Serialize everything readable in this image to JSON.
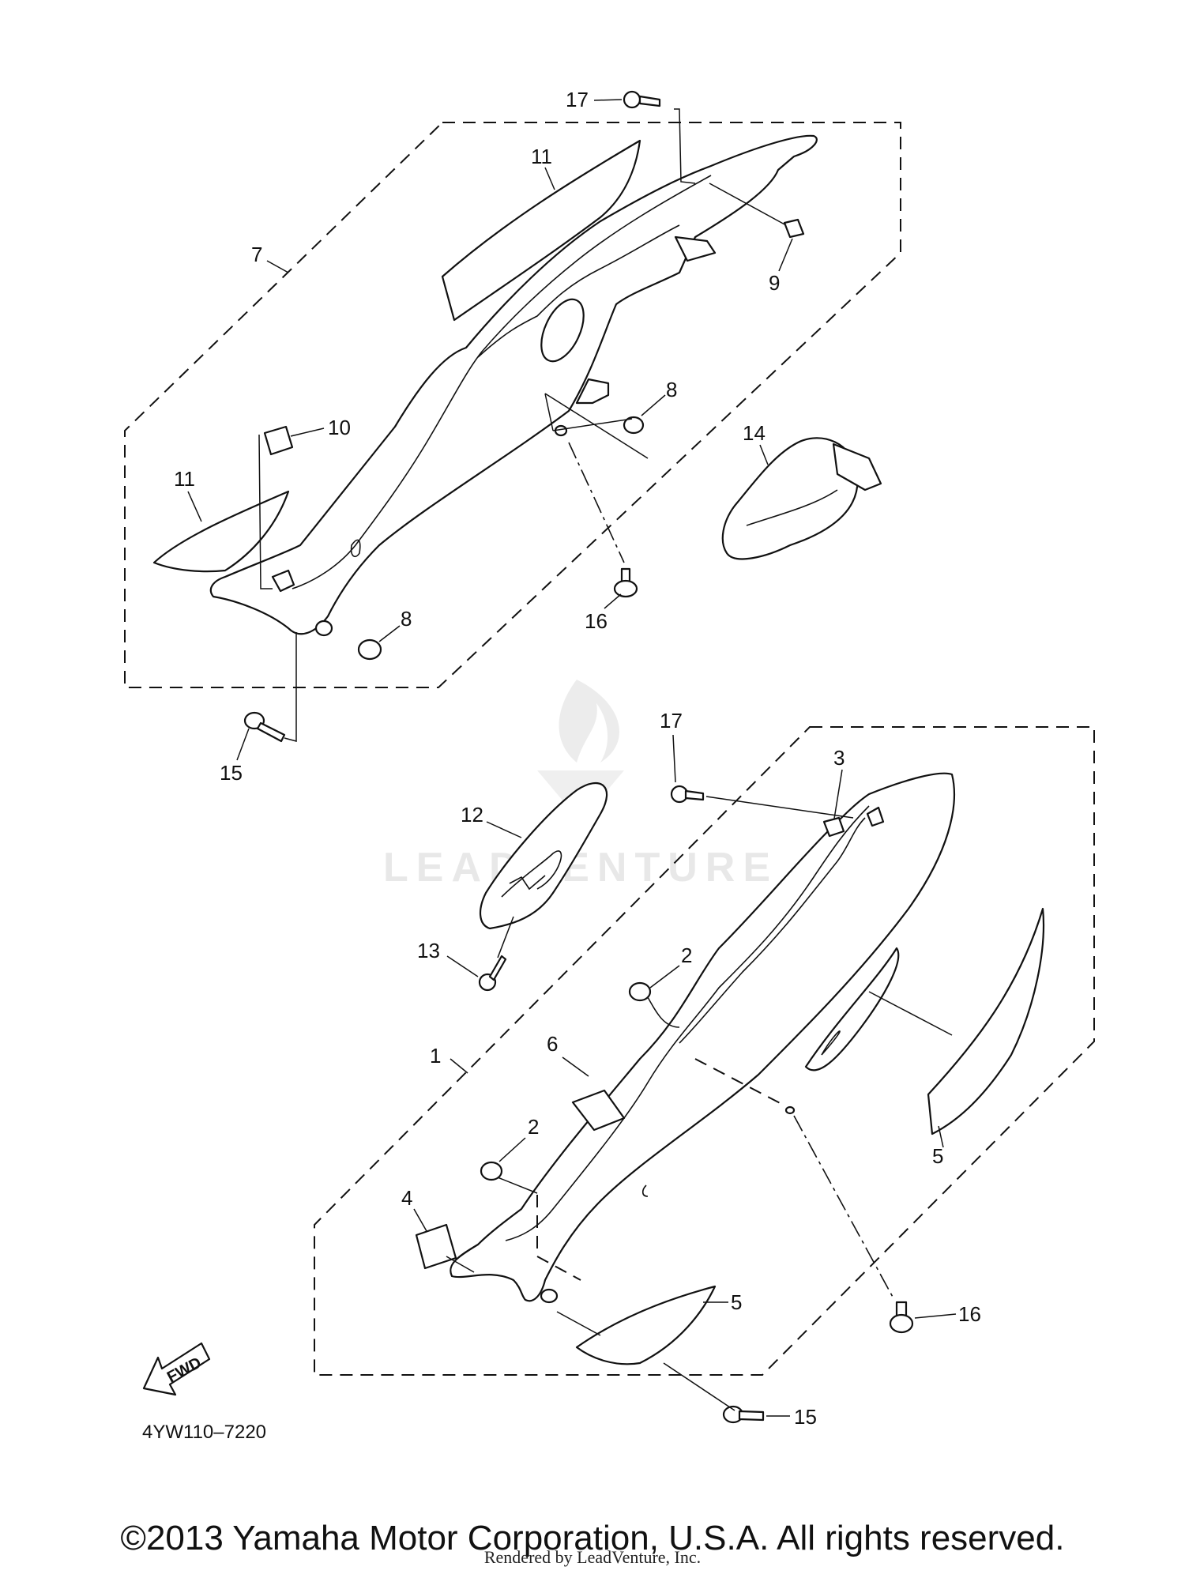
{
  "diagram_code": "4YW110–7220",
  "fwd_label": "FWD",
  "watermark_text": "LEADVENTURE",
  "copyright": "©2013 Yamaha Motor Corporation, U.S.A. All rights reserved.",
  "rendered_by": "Rendered by LeadVenture, Inc.",
  "callouts": {
    "c1": "1",
    "c2a": "2",
    "c2b": "2",
    "c3": "3",
    "c4": "4",
    "c5a": "5",
    "c5b": "5",
    "c6": "6",
    "c7": "7",
    "c8a": "8",
    "c8b": "8",
    "c9": "9",
    "c10": "10",
    "c11a": "11",
    "c11b": "11",
    "c12": "12",
    "c13": "13",
    "c14": "14",
    "c15a": "15",
    "c15b": "15",
    "c16a": "16",
    "c16b": "16",
    "c17a": "17",
    "c17b": "17"
  }
}
